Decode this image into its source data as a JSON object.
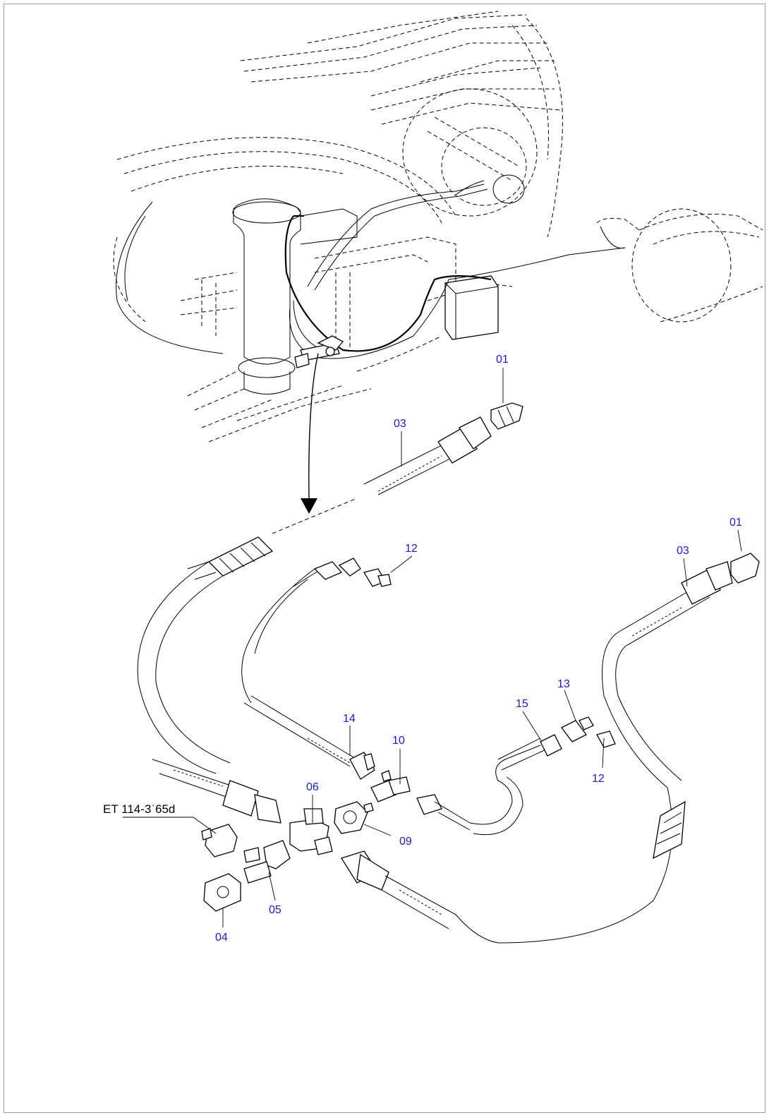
{
  "drawing_ref": "ET 114-3ˈ65d",
  "callouts": [
    {
      "id": "c01a",
      "label": "01"
    },
    {
      "id": "c03a",
      "label": "03"
    },
    {
      "id": "c01b",
      "label": "01"
    },
    {
      "id": "c03b",
      "label": "03"
    },
    {
      "id": "c12a",
      "label": "12"
    },
    {
      "id": "c13",
      "label": "13"
    },
    {
      "id": "c15",
      "label": "15"
    },
    {
      "id": "c12b",
      "label": "12"
    },
    {
      "id": "c14",
      "label": "14"
    },
    {
      "id": "c10",
      "label": "10"
    },
    {
      "id": "c06",
      "label": "06"
    },
    {
      "id": "c09",
      "label": "09"
    },
    {
      "id": "c05",
      "label": "05"
    },
    {
      "id": "c04",
      "label": "04"
    }
  ],
  "colors": {
    "callout": "#1a1ad0",
    "line": "#000000",
    "border": "#9a9a9a"
  }
}
